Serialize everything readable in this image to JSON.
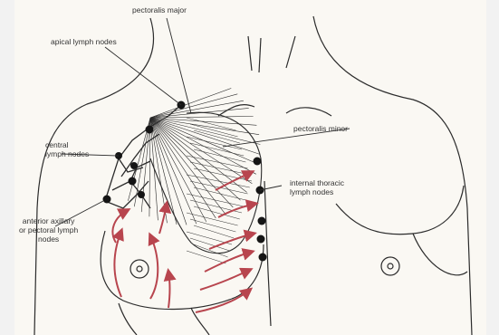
{
  "labels": {
    "pectoralis_major": "pectoralis major",
    "apical_lymph_nodes": "apical lymph nodes",
    "pectoralis_minor": "pectoralis minor",
    "central_lymph_nodes": "central\nlymph nodes",
    "internal_thoracic_lymph_nodes": "internal thoracic\nlymph nodes",
    "anterior_axillary_nodes": "anterior axillary\nor pectoral lymph\nnodes"
  },
  "colors": {
    "ink": "#2b2b2b",
    "node": "#151515",
    "arrow": "#b8454e",
    "paper": "#faf8f3",
    "frame": "#f2f2f2"
  }
}
